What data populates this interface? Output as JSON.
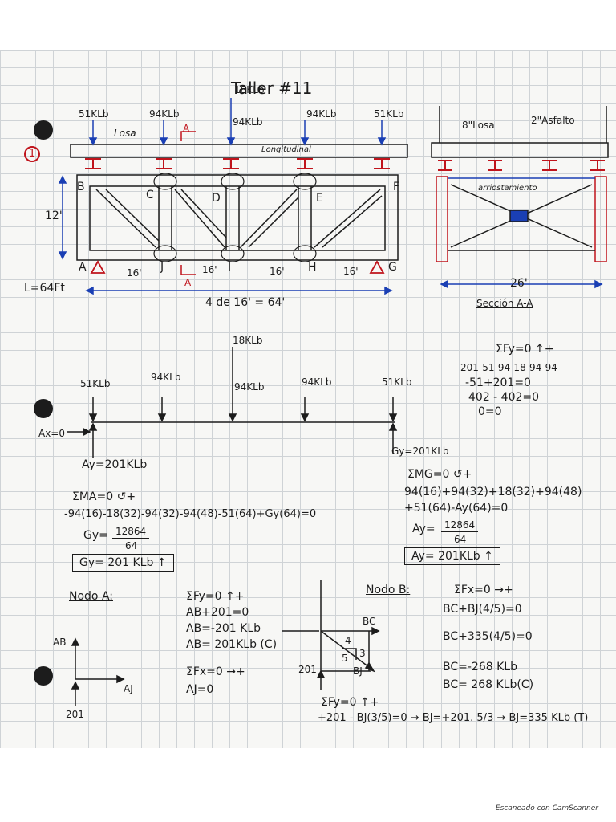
{
  "header": {
    "title": "Taller #11",
    "problem_number": "1"
  },
  "truss_figure": {
    "loads": [
      "51KLb",
      "94KLb",
      "18KLb",
      "94KLb",
      "94KLb",
      "51KLb"
    ],
    "label_losa": "Losa",
    "label_longitudinal": "Longitudinal",
    "section_marker": "A",
    "nodes_top": [
      "B",
      "C",
      "D",
      "E",
      "F"
    ],
    "nodes_bottom": [
      "A",
      "J",
      "I",
      "H",
      "G"
    ],
    "height_label": "12'",
    "panel_labels": [
      "16'",
      "16'",
      "16'",
      "16'"
    ],
    "length_label": "L=64Ft",
    "span_label": "4 de 16' = 64'"
  },
  "section_figure": {
    "label_losa": "8\"Losa",
    "label_asfalto": "2\"Asfalto",
    "label_arriostamiento": "arriostamiento",
    "width_label": "26'",
    "caption": "Sección A-A"
  },
  "fbd": {
    "loads": [
      "51KLb",
      "94KLb",
      "18KLb",
      "94KLb",
      "94KLb",
      "51KLb"
    ],
    "ax": "Ax=0",
    "ay": "Ay=201KLb",
    "gy": "Gy=201KLb"
  },
  "sum_fy_check": {
    "header": "ΣFy=0 ↑+",
    "lines": [
      "201-51-94-18-94-94",
      "-51+201=0",
      "402 - 402=0",
      "0=0"
    ]
  },
  "moments_a": {
    "header": "ΣMA=0 ↺+",
    "equation": "-94(16)-18(32)-94(32)-94(48)-51(64)+Gy(64)=0",
    "solve_lhs": "Gy=",
    "solve_num": "12864",
    "solve_den": "64",
    "result": "Gy= 201 KLb ↑"
  },
  "moments_g": {
    "header": "ΣMG=0 ↺+",
    "equation_1": "94(16)+94(32)+18(32)+94(48)",
    "equation_2": "+51(64)-Ay(64)=0",
    "solve_lhs": "Ay=",
    "solve_num": "12864",
    "solve_den": "64",
    "result": "Ay= 201KLb ↑"
  },
  "nodo_a": {
    "title": "Nodo A:",
    "label_ab": "AB",
    "label_aj": "AJ",
    "label_201": "201",
    "fy_header": "ΣFy=0 ↑+",
    "fy_lines": [
      "AB+201=0",
      "AB=-201 KLb",
      "AB= 201KLb (C)"
    ],
    "fx_header": "ΣFx=0 →+",
    "fx_line": "AJ=0"
  },
  "nodo_b": {
    "title": "Nodo B:",
    "label_bc": "BC",
    "label_bj": "BJ",
    "label_201": "201",
    "tri_4": "4",
    "tri_3": "3",
    "tri_5": "5",
    "fx_header": "ΣFx=0 →+",
    "fx_eq1": "BC+BJ(4/5)=0",
    "fx_eq2": "BC+335(4/5)=0",
    "fx_res1": "BC=-268 KLb",
    "fx_res2": "BC= 268 KLb(C)",
    "fy_header": "ΣFy=0 ↑+",
    "fy_eq": "+201 - BJ(3/5)=0 → BJ=+201. 5/3 → BJ=335 KLb (T)"
  },
  "footer": "Escaneado con CamScanner"
}
